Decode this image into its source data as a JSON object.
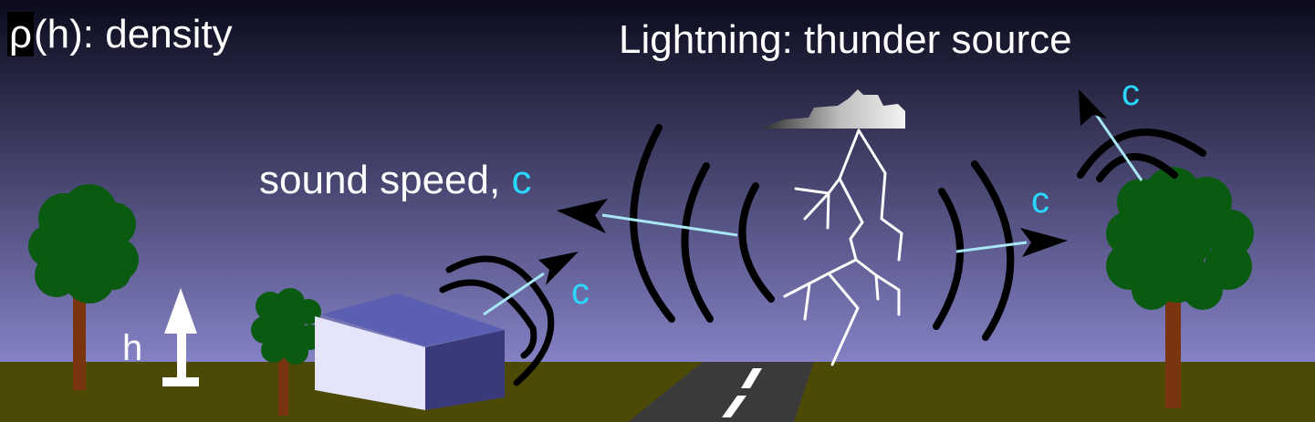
{
  "labels": {
    "density_symbol": "ρ",
    "density_rest": "(h): density",
    "lightning": "Lightning: thunder source",
    "sound_speed_prefix": "sound speed, ",
    "sound_speed_symbol": "c",
    "c_upper_right": "c",
    "c_right": "c",
    "c_building": "c",
    "height": "h"
  },
  "colors": {
    "sky_top": "#0b0b1c",
    "sky_bottom": "#8582c6",
    "ground": "#4d4a06",
    "road": "#3a3a3a",
    "road_dash": "#ffffff",
    "trunk": "#7a3510",
    "foliage": "#0b5a12",
    "bolt": "#ffffff",
    "wave": "#000000",
    "ray": "#a8e6f5",
    "symbol_c": "#2ad8ff",
    "house_front": "#e4e4fa",
    "house_side": "#383a7a",
    "house_roof": "#5b5fb2"
  }
}
